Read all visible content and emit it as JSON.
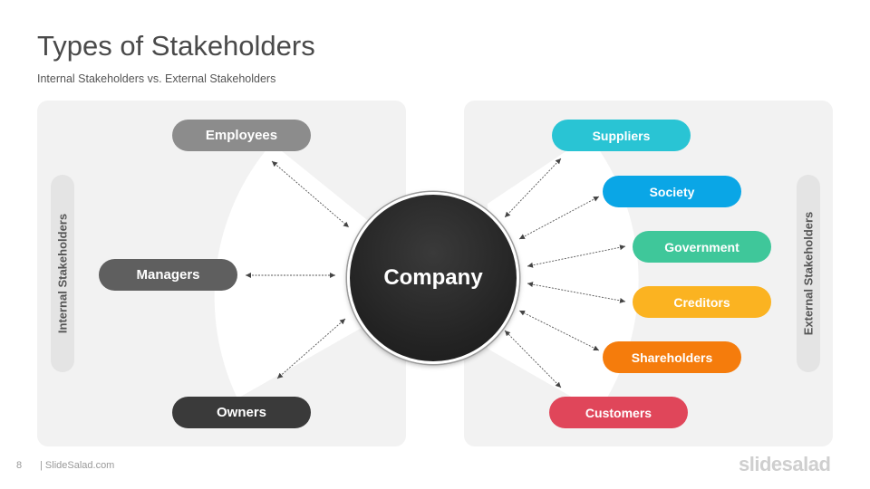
{
  "slide": {
    "title": "Types of Stakeholders",
    "subtitle": "Internal Stakeholders  vs. External Stakeholders"
  },
  "center": {
    "label": "Company"
  },
  "internal": {
    "label": "Internal Stakeholders",
    "items": [
      {
        "label": "Employees",
        "color": "#8c8c8c"
      },
      {
        "label": "Managers",
        "color": "#5f5f5f"
      },
      {
        "label": "Owners",
        "color": "#3a3a3a"
      }
    ]
  },
  "external": {
    "label": "External Stakeholders",
    "items": [
      {
        "label": "Suppliers",
        "color": "#29c4d4"
      },
      {
        "label": "Society",
        "color": "#0aa6e6"
      },
      {
        "label": "Government",
        "color": "#3fc79a"
      },
      {
        "label": "Creditors",
        "color": "#fbb321"
      },
      {
        "label": "Shareholders",
        "color": "#f57c0c"
      },
      {
        "label": "Customers",
        "color": "#e0465a"
      }
    ]
  },
  "footer": {
    "page_number": "8",
    "site": "| SlideSalad.com",
    "brand": "slidesalad"
  }
}
